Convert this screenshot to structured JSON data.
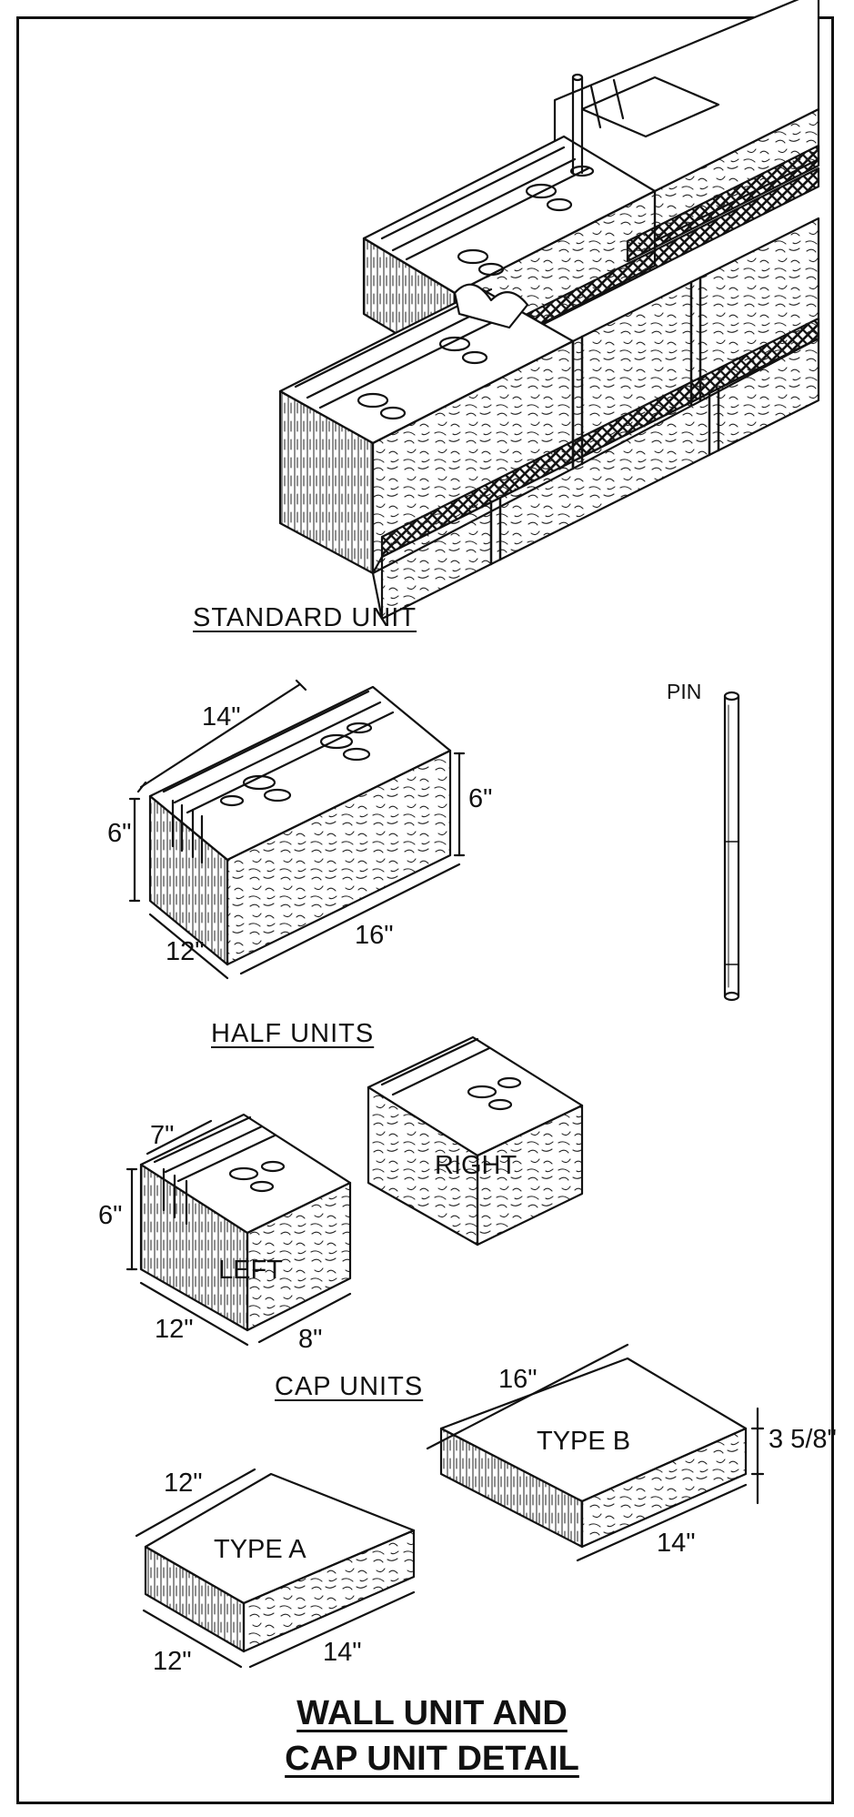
{
  "sections": {
    "standard_unit": "STANDARD  UNIT",
    "half_units": "HALF  UNITS",
    "cap_units": "CAP  UNITS"
  },
  "labels": {
    "pin": "PIN",
    "right": "RIGHT",
    "left": "LEFT",
    "type_a": "TYPE  A",
    "type_b": "TYPE  B"
  },
  "dimensions": {
    "std_length_top": "14\"",
    "std_height_left": "6\"",
    "std_height_right": "6\"",
    "std_width": "12\"",
    "std_length": "16\"",
    "half_top": "7\"",
    "half_height": "6\"",
    "half_width": "12\"",
    "half_length": "8\"",
    "capb_top": "16\"",
    "capb_height": "3  5/8\"",
    "capb_bottom": "14\"",
    "capa_top": "12\"",
    "capa_width": "12\"",
    "capa_length": "14\""
  },
  "title": {
    "line1": "WALL UNIT AND",
    "line2": "CAP UNIT DETAIL"
  }
}
